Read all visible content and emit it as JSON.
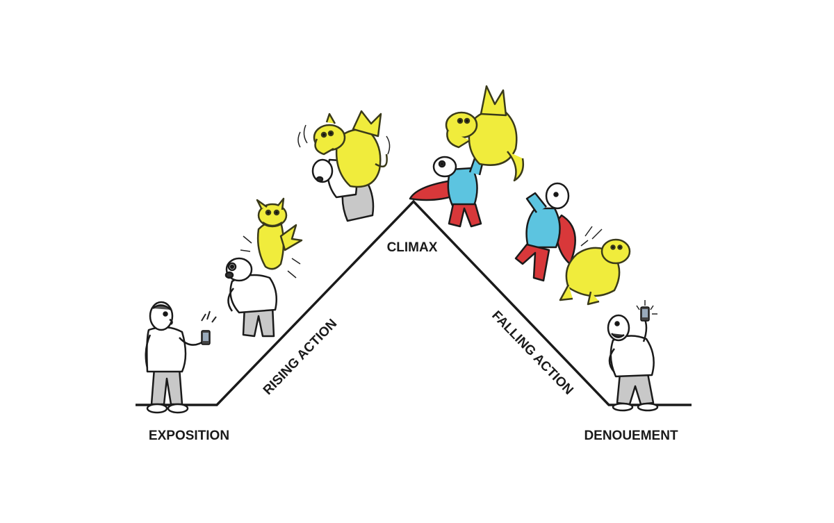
{
  "labels": {
    "exposition": "EXPOSITION",
    "rising_action": "RISING ACTION",
    "climax": "CLIMAX",
    "falling_action": "FALLING ACTION",
    "denouement": "DENOUEMENT"
  },
  "colors": {
    "dragon": "#f0ec3c",
    "dragon_outline": "#3a3a1a",
    "hero_suit": "#5cc4e0",
    "hero_cape": "#d8383a",
    "pants": "#c8c8c8",
    "line": "#1a1a1a"
  },
  "icons": [
    "phone-icon",
    "dragon-icon",
    "man-icon",
    "superhero-icon"
  ]
}
